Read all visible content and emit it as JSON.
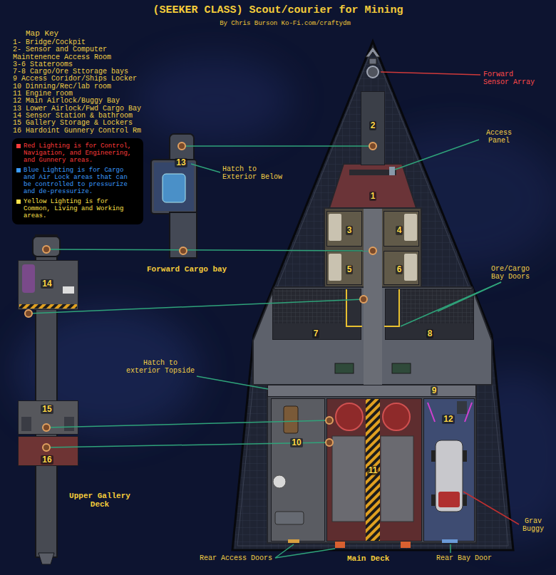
{
  "diagram": {
    "title": "(SEEKER CLASS) Scout/courier for Mining",
    "nodes": [
      {
        "text": [
          "1"
        ]
      },
      {
        "text": [
          "2"
        ]
      },
      {
        "text": [
          "3"
        ]
      },
      {
        "text": [
          "4"
        ]
      },
      {
        "text": [
          "5"
        ]
      },
      {
        "text": [
          "6"
        ]
      },
      {
        "text": [
          "7"
        ]
      },
      {
        "text": [
          "8"
        ]
      },
      {
        "text": [
          "9"
        ]
      },
      {
        "text": [
          "10"
        ]
      },
      {
        "text": [
          "11"
        ]
      },
      {
        "text": [
          "12"
        ]
      },
      {
        "text": [
          "13"
        ]
      },
      {
        "text": [
          "14"
        ]
      },
      {
        "text": [
          "15"
        ]
      },
      {
        "text": [
          "16"
        ]
      }
    ],
    "labels": [
      "By Chris Burson Ko-Fi.com/craftydm",
      "Map Key",
      "1- Bridge/Cockpit",
      "2- Sensor and Computer Maintenence Access Room",
      "3-6 Staterooms",
      "7-8 Cargo/Ore Sttorage bays",
      "9 Access Coridor/Ships Locker",
      "10 Dinning/Rec/lab room",
      "11 Engine room",
      "12 Main Airlock/Buggy Bay",
      "13 Lower Airlock/Fwd Cargo Bay",
      "14 Sensor Station & bathroom",
      "15 Gallery Storage & Lockers",
      "16 Hardoint Gunnery Control Rm",
      "Forward Sensor Array",
      "Access Panel",
      "Hatch to Exterior Below",
      "Forward Cargo bay",
      "Ore/Cargo Bay Doors",
      "Hatch to exterior Topside",
      "Upper Gallery Deck",
      "Rear Access Doors",
      "Main Deck",
      "Rear Bay Door",
      "Grav Buggy"
    ],
    "legend": [
      {
        "text": "Red Lighting is for Control, Navigation, and Engineering, and Gunnery areas.",
        "color": "#ff3b3b"
      },
      {
        "text": "Blue Lighting is for Cargo and Air Lock areas that can be controlled to pressurize and de-pressurize.",
        "color": "#3b9cff"
      },
      {
        "text": "Yellow Lighting is for Common, Living and Working areas.",
        "color": "#ffe14a"
      }
    ]
  }
}
